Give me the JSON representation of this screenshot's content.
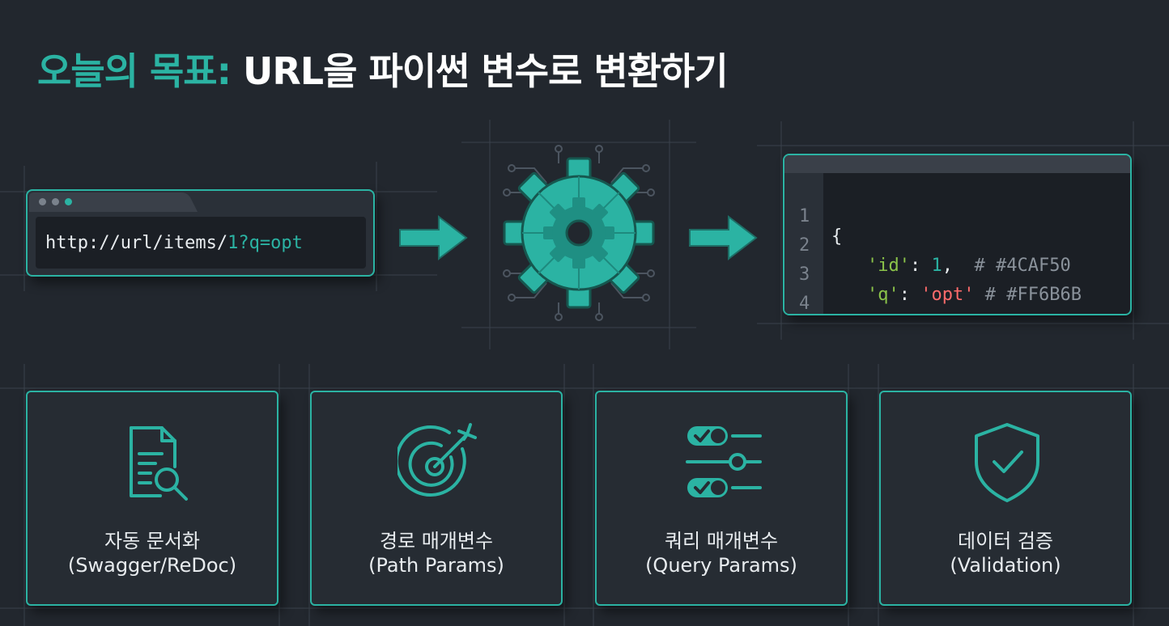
{
  "title": {
    "accent": "오늘의 목표:",
    "main": "URL을 파이썬 변수로 변환하기"
  },
  "browser": {
    "url_base": "http://url/items/",
    "url_param": "1?q=opt"
  },
  "editor": {
    "lines": [
      {
        "num": "1",
        "text": "{"
      },
      {
        "num": "2",
        "key": "'id'",
        "sep": ": ",
        "value": "1",
        "comma": ",  ",
        "comment": "# #4CAF50"
      },
      {
        "num": "3",
        "key": "'q'",
        "sep": ": ",
        "value": "'opt'",
        "comma": " ",
        "comment": "# #FF6B6B"
      },
      {
        "num": "4",
        "text": "}"
      }
    ]
  },
  "cards": [
    {
      "icon": "document-search-icon",
      "line1": "자동 문서화",
      "line2": "(Swagger/ReDoc)"
    },
    {
      "icon": "target-icon",
      "line1": "경로 매개변수",
      "line2": "(Path Params)"
    },
    {
      "icon": "toggle-sliders-icon",
      "line1": "쿼리 매개변수",
      "line2": "(Query Params)"
    },
    {
      "icon": "shield-check-icon",
      "line1": "데이터 검증",
      "line2": "(Validation)"
    }
  ],
  "colors": {
    "accent": "#2bb3a3",
    "background": "#22272e",
    "string_green": "#8bc34a",
    "string_red": "#ff6b6b"
  }
}
